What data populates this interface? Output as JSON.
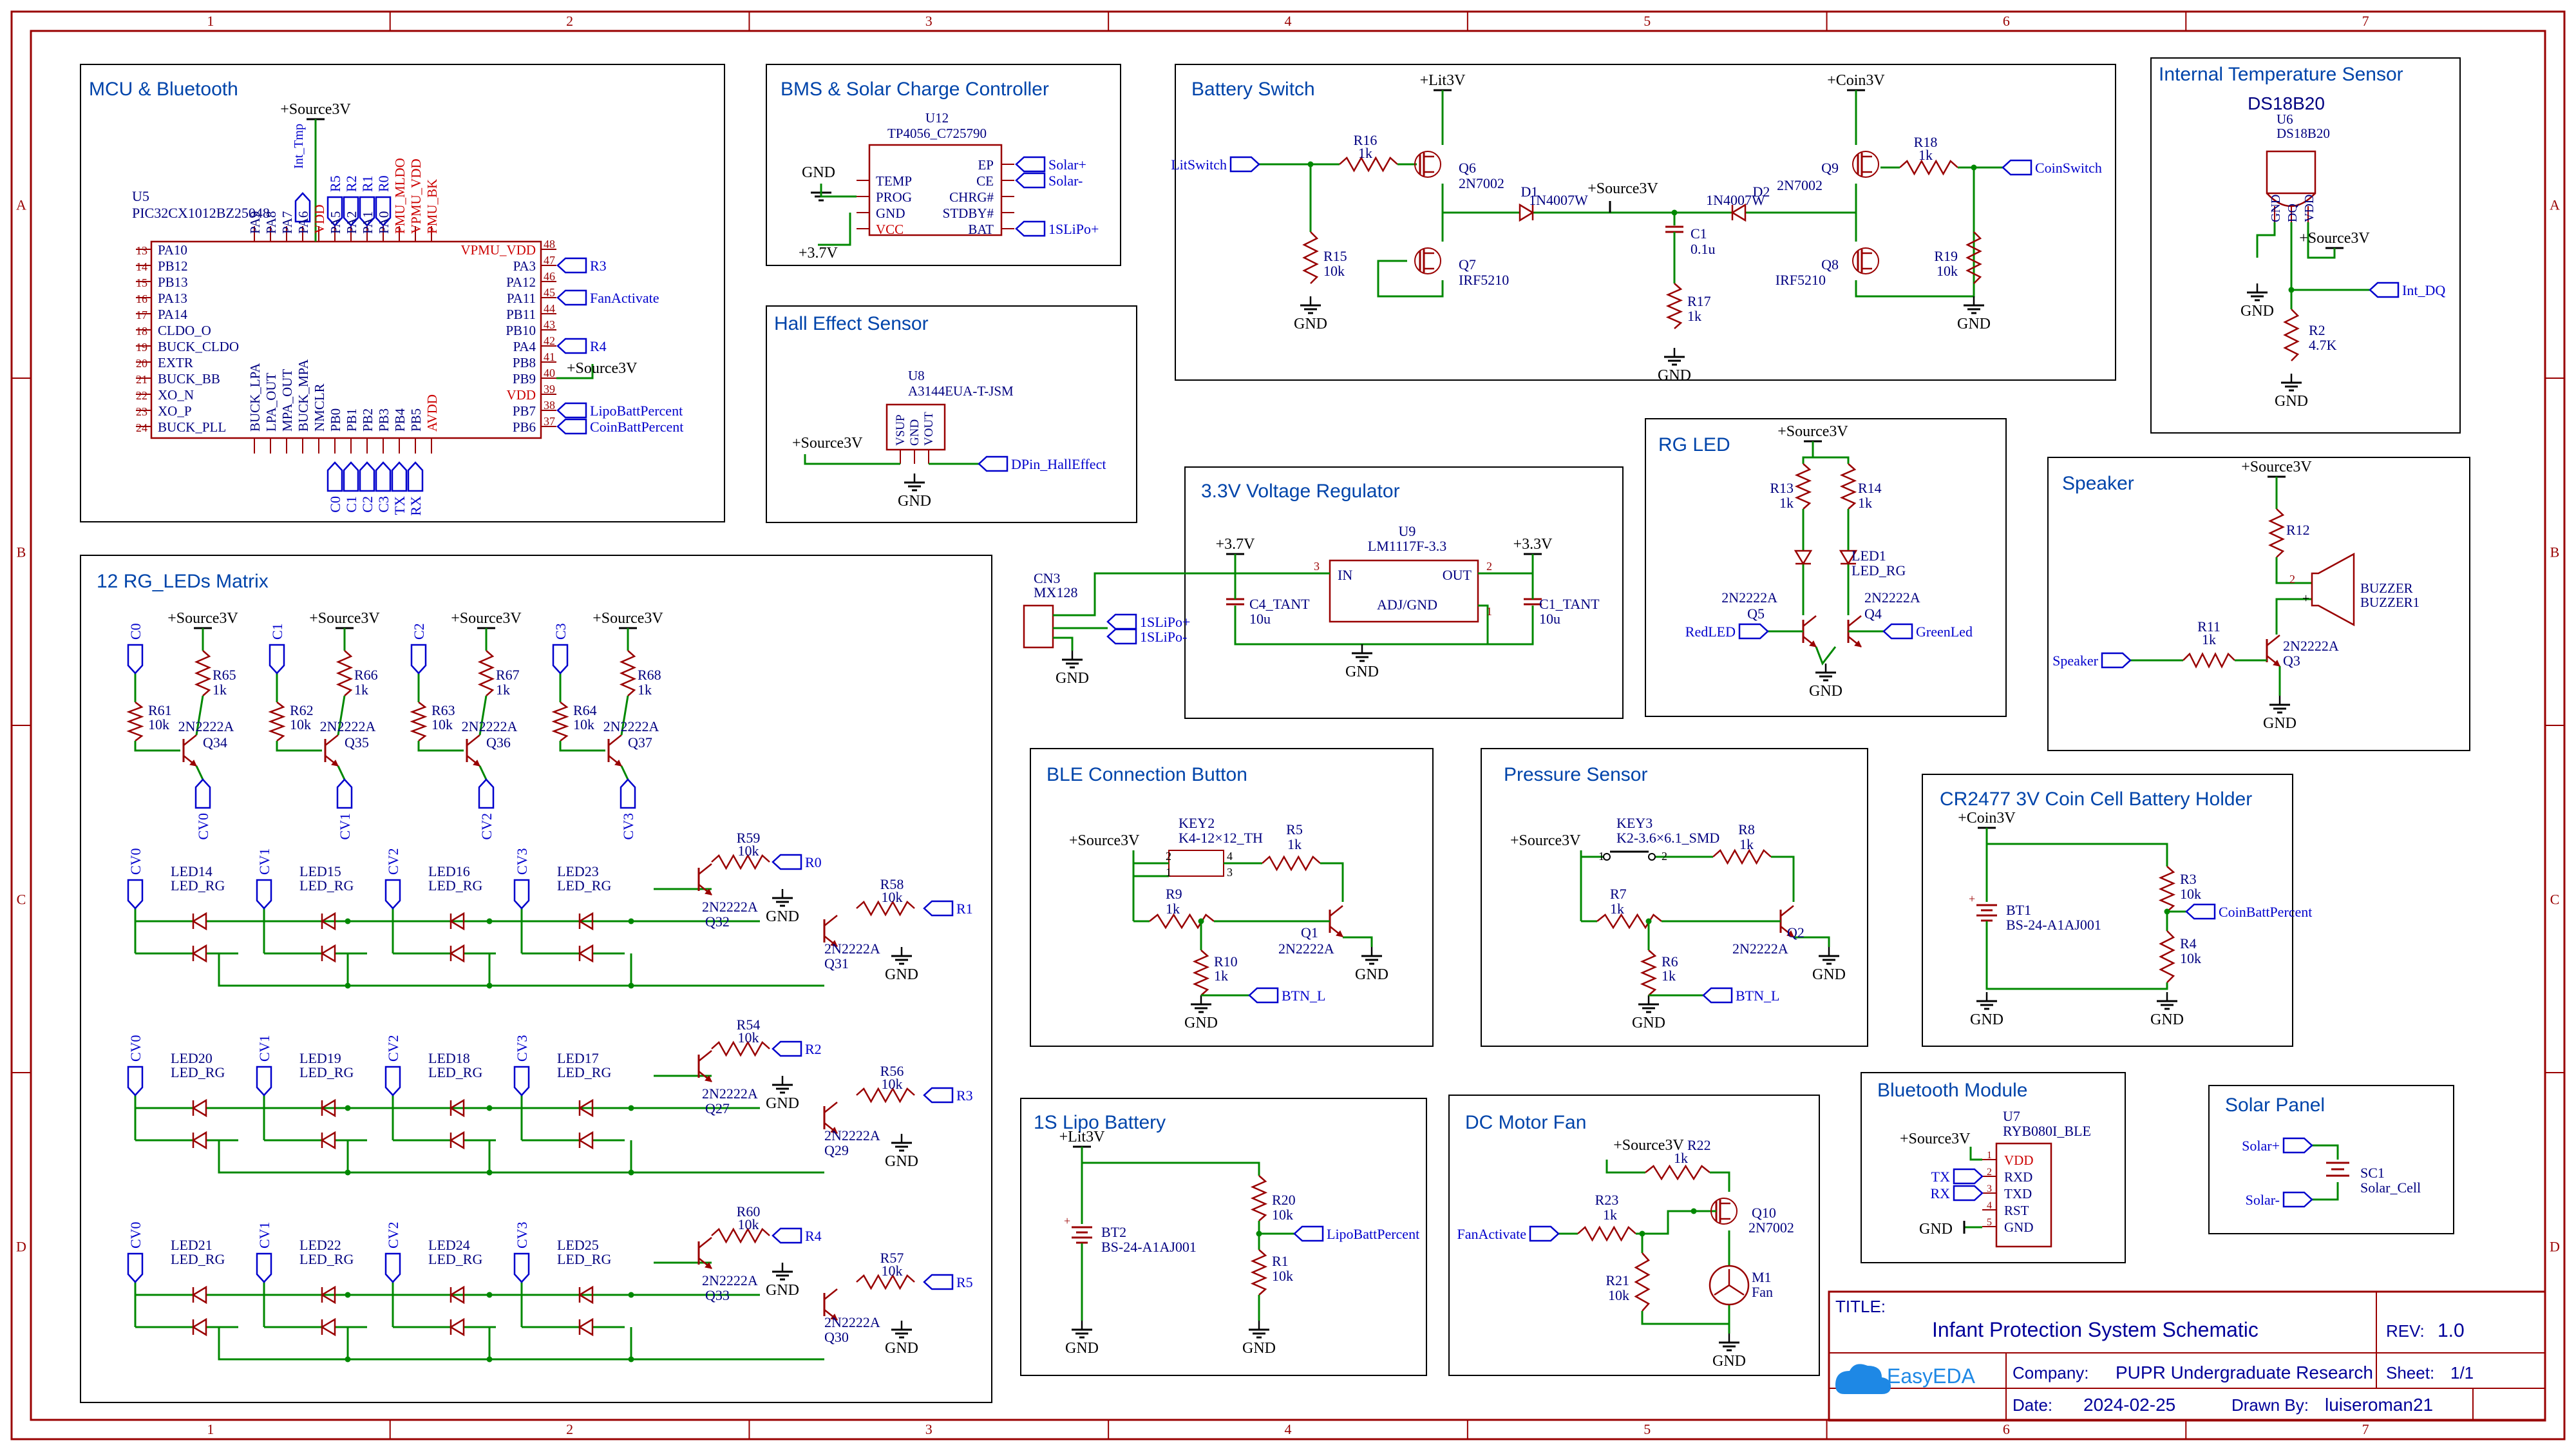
{
  "sheet": {
    "col_labels": [
      "1",
      "2",
      "3",
      "4",
      "5",
      "6",
      "7"
    ],
    "row_labels": [
      "A",
      "B",
      "C",
      "D"
    ]
  },
  "title_block": {
    "title_label": "TITLE:",
    "title": "Infant Protection System Schematic",
    "rev_label": "REV:",
    "rev": "1.0",
    "company_label": "Company:",
    "company": "PUPR Undergraduate Research",
    "sheet_label": "Sheet:",
    "sheet": "1/1",
    "date_label": "Date:",
    "date": "2024-02-25",
    "drawn_label": "Drawn By:",
    "drawn_by": "luiseroman21",
    "logo": "EasyEDA"
  },
  "blocks": {
    "mcu": {
      "title": "MCU & Bluetooth",
      "power": "+Source3V",
      "ref": "U5",
      "part": "PIC32CX1012BZ25048",
      "left_pins": [
        {
          "num": "13",
          "name": "PA10"
        },
        {
          "num": "14",
          "name": "PB12"
        },
        {
          "num": "15",
          "name": "PB13"
        },
        {
          "num": "16",
          "name": "PA13"
        },
        {
          "num": "17",
          "name": "PA14"
        },
        {
          "num": "18",
          "name": "CLDO_O"
        },
        {
          "num": "19",
          "name": "BUCK_CLDO"
        },
        {
          "num": "20",
          "name": "EXTR"
        },
        {
          "num": "21",
          "name": "BUCK_BB"
        },
        {
          "num": "22",
          "name": "XO_N"
        },
        {
          "num": "23",
          "name": "XO_P"
        },
        {
          "num": "24",
          "name": "BUCK_PLL"
        }
      ],
      "right_pins": [
        {
          "num": "48",
          "name": "VPMU_VDD",
          "net": ""
        },
        {
          "num": "47",
          "name": "PA3",
          "net": "R3"
        },
        {
          "num": "46",
          "name": "PA12",
          "net": ""
        },
        {
          "num": "45",
          "name": "PA11",
          "net": "FanActivate"
        },
        {
          "num": "44",
          "name": "PB11",
          "net": ""
        },
        {
          "num": "43",
          "name": "PB10",
          "net": ""
        },
        {
          "num": "42",
          "name": "PA4",
          "net": "R4"
        },
        {
          "num": "41",
          "name": "PB8",
          "net": ""
        },
        {
          "num": "40",
          "name": "PB9",
          "net": "+Source3V"
        },
        {
          "num": "39",
          "name": "VDD",
          "net": ""
        },
        {
          "num": "38",
          "name": "PB7",
          "net": "LipoBattPercent"
        },
        {
          "num": "37",
          "name": "PB6",
          "net": "CoinBattPercent"
        }
      ],
      "top_pins": [
        "PA9",
        "PA8",
        "PA7",
        "PA6",
        "VDD",
        "PA5",
        "PA2",
        "PA1",
        "PA0",
        "PMU_MLDO",
        "VPMU_VDD",
        "PMU_BK"
      ],
      "top_nets": [
        "Int_Tmp",
        "R5",
        "R2",
        "R1",
        "R0"
      ],
      "bottom_pins": [
        "BUCK_LPA",
        "LPA_OUT",
        "MPA_OUT",
        "BUCK_MPA",
        "NMCLR",
        "PB0",
        "PB1",
        "PB2",
        "PB3",
        "PB4",
        "PB5",
        "AVDD"
      ],
      "bottom_nets": [
        "C0",
        "C1",
        "C2",
        "C3",
        "TX",
        "RX"
      ]
    },
    "bms": {
      "title": "BMS & Solar Charge Controller",
      "ref": "U12",
      "part": "TP4056_C725790",
      "gnd": "GND",
      "power": "+3.7V",
      "pins_left": [
        "TEMP",
        "PROG",
        "GND",
        "VCC"
      ],
      "pins_right": [
        "EP",
        "CE",
        "CHRG#",
        "STDBY#",
        "BAT"
      ],
      "nets": [
        "Solar+",
        "Solar-",
        "1SLiPo+"
      ]
    },
    "hall": {
      "title": "Hall Effect Sensor",
      "ref": "U8",
      "part": "A3144EUA-T-JSM",
      "power": "+Source3V",
      "pins": [
        "VSUP",
        "GND",
        "VOUT"
      ],
      "net": "DPin_HallEffect",
      "gnd": "GND"
    },
    "battery_switch": {
      "title": "Battery Switch",
      "nets": [
        "+Lit3V",
        "+Coin3V",
        "LitSwitch",
        "CoinSwitch",
        "+Source3V"
      ],
      "parts": {
        "r16": [
          "R16",
          "1k"
        ],
        "r15": [
          "R15",
          "10k"
        ],
        "q6": [
          "Q6",
          "2N7002"
        ],
        "q7": [
          "Q7",
          "IRF5210"
        ],
        "d1": [
          "D1",
          "1N4007W"
        ],
        "d2": [
          "D2",
          "1N4007W"
        ],
        "c1": [
          "C1",
          "0.1u"
        ],
        "r17": [
          "R17",
          "1k"
        ],
        "q9": [
          "Q9",
          "2N7002"
        ],
        "q8": [
          "Q8",
          "IRF5210"
        ],
        "r18": [
          "R18",
          "1k"
        ],
        "r19": [
          "R19",
          "10k"
        ]
      },
      "gnd": "GND"
    },
    "temp": {
      "title": "Internal Temperature Sensor",
      "heading": "DS18B20",
      "ref": "U6",
      "part": "DS18B20",
      "pins": [
        "GND",
        "DQ",
        "VDD"
      ],
      "power": "+Source3V",
      "net": "Int_DQ",
      "r2": [
        "R2",
        "4.7K"
      ],
      "gnd": "GND"
    },
    "regulator": {
      "title": "3.3V Voltage Regulator",
      "ref": "U9",
      "part": "LM1117F-3.3",
      "pins": [
        "IN",
        "OUT",
        "ADJ/GND"
      ],
      "in_net": "+3.7V",
      "out_net": "+3.3V",
      "c4": [
        "C4_TANT",
        "10u"
      ],
      "c1": [
        "C1_TANT",
        "10u"
      ],
      "gnd": "GND"
    },
    "conn": {
      "ref": "CN3",
      "part": "MX128",
      "nets": [
        "1SLiPo+",
        "1SLiPo-"
      ],
      "gnd": "GND"
    },
    "rgled": {
      "title": "RG LED",
      "power": "+Source3V",
      "r13": [
        "R13",
        "1k"
      ],
      "r14": [
        "R14",
        "1k"
      ],
      "led": [
        "LED1",
        "LED_RG"
      ],
      "q5": [
        "2N2222A",
        "Q5"
      ],
      "q4": [
        "2N2222A",
        "Q4"
      ],
      "nets": [
        "RedLED",
        "GreenLed"
      ],
      "gnd": "GND"
    },
    "speaker": {
      "title": "Speaker",
      "power": "+Source3V",
      "r12": [
        "R12"
      ],
      "r11": [
        "R11",
        "1k"
      ],
      "q3": [
        "2N2222A",
        "Q3"
      ],
      "buzzer": [
        "BUZZER",
        "BUZZER1"
      ],
      "net": "Speaker",
      "gnd": "GND"
    },
    "matrix": {
      "title": "12 RG_LEDs Matrix",
      "power": "+Source3V",
      "cols": [
        {
          "net": "C0",
          "rb": [
            "R61",
            "10k"
          ],
          "rc": [
            "R65",
            "1k"
          ],
          "q": [
            "2N2222A",
            "Q34"
          ],
          "out": "CV0"
        },
        {
          "net": "C1",
          "rb": [
            "R62",
            "10k"
          ],
          "rc": [
            "R66",
            "1k"
          ],
          "q": [
            "2N2222A",
            "Q35"
          ],
          "out": "CV1"
        },
        {
          "net": "C2",
          "rb": [
            "R63",
            "10k"
          ],
          "rc": [
            "R67",
            "1k"
          ],
          "q": [
            "2N2222A",
            "Q36"
          ],
          "out": "CV2"
        },
        {
          "net": "C3",
          "rb": [
            "R64",
            "10k"
          ],
          "rc": [
            "R68",
            "1k"
          ],
          "q": [
            "2N2222A",
            "Q37"
          ],
          "out": "CV3"
        }
      ],
      "rows": [
        {
          "leds": [
            "LED14",
            "LED15",
            "LED16",
            "LED23"
          ],
          "rtop": [
            "R59",
            "10k"
          ],
          "qtop": [
            "2N2222A",
            "Q32"
          ],
          "ntop": "R0",
          "rbot": [
            "R58",
            "10k"
          ],
          "qbot": [
            "2N2222A",
            "Q31"
          ],
          "nbot": "R1"
        },
        {
          "leds": [
            "LED20",
            "LED19",
            "LED18",
            "LED17"
          ],
          "rtop": [
            "R54",
            "10k"
          ],
          "qtop": [
            "2N2222A",
            "Q27"
          ],
          "ntop": "R2",
          "rbot": [
            "R56",
            "10k"
          ],
          "qbot": [
            "2N2222A",
            "Q29"
          ],
          "nbot": "R3"
        },
        {
          "leds": [
            "LED21",
            "LED22",
            "LED24",
            "LED25"
          ],
          "rtop": [
            "R60",
            "10k"
          ],
          "qtop": [
            "2N2222A",
            "Q33"
          ],
          "ntop": "R4",
          "rbot": [
            "R57",
            "10k"
          ],
          "qbot": [
            "2N2222A",
            "Q30"
          ],
          "nbot": "R5"
        }
      ],
      "led_part": "LED_RG",
      "cv_labels": [
        "CV0",
        "CV1",
        "CV2",
        "CV3"
      ],
      "gnd": "GND"
    },
    "ble": {
      "title": "BLE Connection Button",
      "power": "+Source3V",
      "key": [
        "KEY2",
        "K4-12×12_TH"
      ],
      "r5": [
        "R5",
        "1k"
      ],
      "r9": [
        "R9",
        "1k"
      ],
      "r10": [
        "R10",
        "1k"
      ],
      "q1": [
        "Q1",
        "2N2222A"
      ],
      "net": "BTN_L",
      "gnd": "GND"
    },
    "pressure": {
      "title": "Pressure Sensor",
      "power": "+Source3V",
      "key": [
        "KEY3",
        "K2-3.6×6.1_SMD"
      ],
      "r8": [
        "R8",
        "1k"
      ],
      "r7": [
        "R7",
        "1k"
      ],
      "r6": [
        "R6",
        "1k"
      ],
      "q2": [
        "Q2",
        "2N2222A"
      ],
      "net": "BTN_L",
      "gnd": "GND"
    },
    "coincell": {
      "title": "CR2477 3V Coin Cell Battery Holder",
      "power": "+Coin3V",
      "bt": [
        "BT1",
        "BS-24-A1AJ001"
      ],
      "r3": [
        "R3",
        "10k"
      ],
      "r4": [
        "R4",
        "10k"
      ],
      "net": "CoinBattPercent",
      "gnd": "GND"
    },
    "lipo": {
      "title": "1S Lipo Battery",
      "power": "+Lit3V",
      "bt": [
        "BT2",
        "BS-24-A1AJ001"
      ],
      "r20": [
        "R20",
        "10k"
      ],
      "r1": [
        "R1",
        "10k"
      ],
      "net": "LipoBattPercent",
      "gnd": "GND"
    },
    "fan": {
      "title": "DC Motor Fan",
      "power": "+Source3V",
      "r22": [
        "R22",
        "1k"
      ],
      "r23": [
        "R23",
        "1k"
      ],
      "r21": [
        "R21",
        "10k"
      ],
      "q10": [
        "Q10",
        "2N7002"
      ],
      "m1": [
        "M1",
        "Fan"
      ],
      "net": "FanActivate",
      "gnd": "GND"
    },
    "ble_module": {
      "title": "Bluetooth Module",
      "ref": "U7",
      "part": "RYB080I_BLE",
      "power": "+Source3V",
      "pins": [
        "VDD",
        "RXD",
        "TXD",
        "RST",
        "GND"
      ],
      "nets": [
        "TX",
        "RX"
      ],
      "gnd": "GND"
    },
    "solar": {
      "title": "Solar Panel",
      "ref": "SC1",
      "part": "Solar_Cell",
      "nets": [
        "Solar+",
        "Solar-"
      ]
    }
  },
  "colors": {
    "frame": "#990000",
    "box": "#000000",
    "wire": "#008800",
    "part": "#990000",
    "label": "#000080",
    "netlabel": "#0000cc",
    "pin_red": "#cc0000",
    "title_text": "#000099"
  }
}
